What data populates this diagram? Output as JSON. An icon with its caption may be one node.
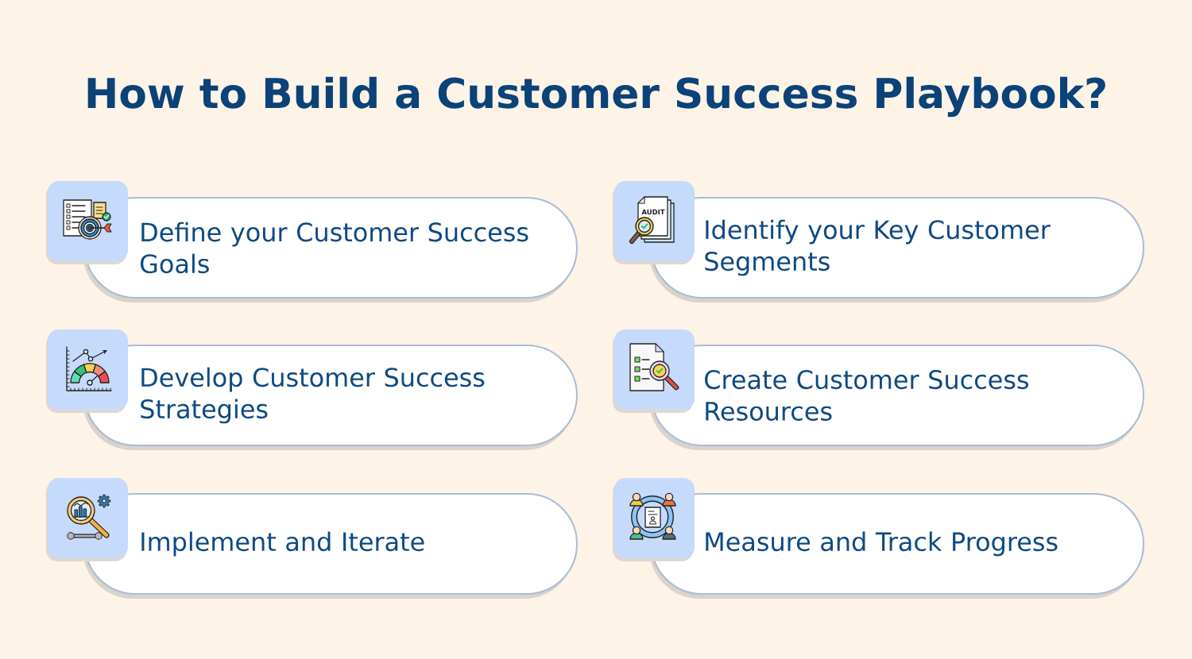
{
  "diagram": {
    "title": "How to Build a Customer Success Playbook?",
    "nodes": [
      {
        "text": [
          "Define your Customer Success Goals"
        ]
      },
      {
        "text": [
          "Identify your Key Customer Segments"
        ]
      },
      {
        "text": [
          "Develop Customer Success Strategies"
        ]
      },
      {
        "text": [
          "Create Customer Success Resources"
        ]
      },
      {
        "text": [
          "Implement and Iterate"
        ]
      },
      {
        "text": [
          "Measure and Track Progress"
        ]
      }
    ],
    "labels": [
      "AUDIT"
    ]
  }
}
